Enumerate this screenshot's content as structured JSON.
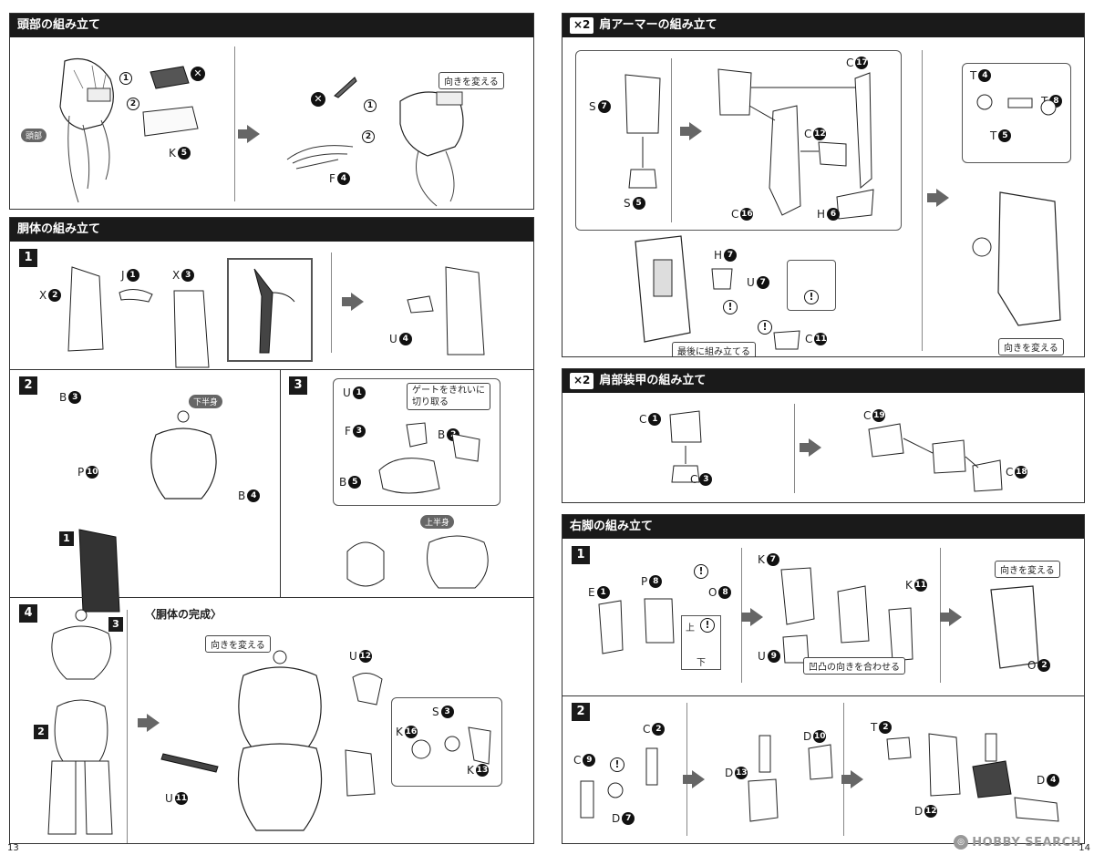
{
  "left_page": {
    "page_number": "13",
    "head": {
      "title": "頭部の組み立て",
      "parts": {
        "k5": "K",
        "f4": "F",
        "head_tag": "頭部"
      },
      "nums": {
        "k5": "5",
        "f4": "4"
      },
      "rotate_label": "向きを変える",
      "steps": [
        "1",
        "2"
      ]
    },
    "body": {
      "title": "胴体の組み立て",
      "step1": {
        "num": "1",
        "x2": "X",
        "x2n": "2",
        "j1": "J",
        "j1n": "1",
        "x3": "X",
        "x3n": "3",
        "u4": "U",
        "u4n": "4"
      },
      "step2": {
        "num": "2",
        "b3": "B",
        "b3n": "3",
        "b4": "B",
        "b4n": "4",
        "p10": "P",
        "p10n": "10",
        "lower_tag": "下半身",
        "ref": "1"
      },
      "step3": {
        "num": "3",
        "u1": "U",
        "u1n": "1",
        "f3": "F",
        "f3n": "3",
        "b2": "B",
        "b2n": "2",
        "b5": "B",
        "b5n": "5",
        "gate_note": "ゲートをきれいに\n切り取る",
        "upper_tag": "上半身"
      },
      "step4": {
        "num": "4",
        "complete": "〈胴体の完成〉",
        "rotate_label": "向きを変える",
        "u12": "U",
        "u12n": "12",
        "s3": "S",
        "s3n": "3",
        "k16": "K",
        "k16n": "16",
        "k13": "K",
        "k13n": "13",
        "u11": "U",
        "u11n": "11",
        "ref2": "2",
        "ref3": "3"
      }
    }
  },
  "right_page": {
    "page_number": "14",
    "shoulder_armor": {
      "mult": "×2",
      "title": "肩アーマーの組み立て",
      "s7": "S",
      "s7n": "7",
      "s5": "S",
      "s5n": "5",
      "c17": "C",
      "c17n": "17",
      "c12": "C",
      "c12n": "12",
      "c16": "C",
      "c16n": "16",
      "h6": "H",
      "h6n": "6",
      "h7": "H",
      "h7n": "7",
      "u7": "U",
      "u7n": "7",
      "c11": "C",
      "c11n": "11",
      "last_note": "最後に組み立てる",
      "t4": "T",
      "t4n": "4",
      "t8": "T",
      "t8n": "8",
      "t5": "T",
      "t5n": "5",
      "rotate_label": "向きを変える"
    },
    "shoulder_plate": {
      "mult": "×2",
      "title": "肩部装甲の組み立て",
      "c1": "C",
      "c1n": "1",
      "c3": "C",
      "c3n": "3",
      "c19": "C",
      "c19n": "19",
      "c18": "C",
      "c18n": "18"
    },
    "right_leg": {
      "title": "右脚の組み立て",
      "step1": {
        "num": "1",
        "e1": "E",
        "e1n": "1",
        "p8": "P",
        "p8n": "8",
        "o8": "O",
        "o8n": "8",
        "up": "上",
        "down": "下",
        "k7": "K",
        "k7n": "7",
        "k11": "K",
        "k11n": "11",
        "u9": "U",
        "u9n": "9",
        "align_note": "凹凸の向きを合わせる",
        "rotate_label": "向きを変える",
        "o2": "O",
        "o2n": "2"
      },
      "step2": {
        "num": "2",
        "c2": "C",
        "c2n": "2",
        "c9": "C",
        "c9n": "9",
        "d7": "D",
        "d7n": "7",
        "d13": "D",
        "d13n": "13",
        "d10": "D",
        "d10n": "10",
        "t2": "T",
        "t2n": "2",
        "d12": "D",
        "d12n": "12",
        "d4": "D",
        "d4n": "4"
      }
    },
    "watermark": "HOBBY SEARCH"
  }
}
